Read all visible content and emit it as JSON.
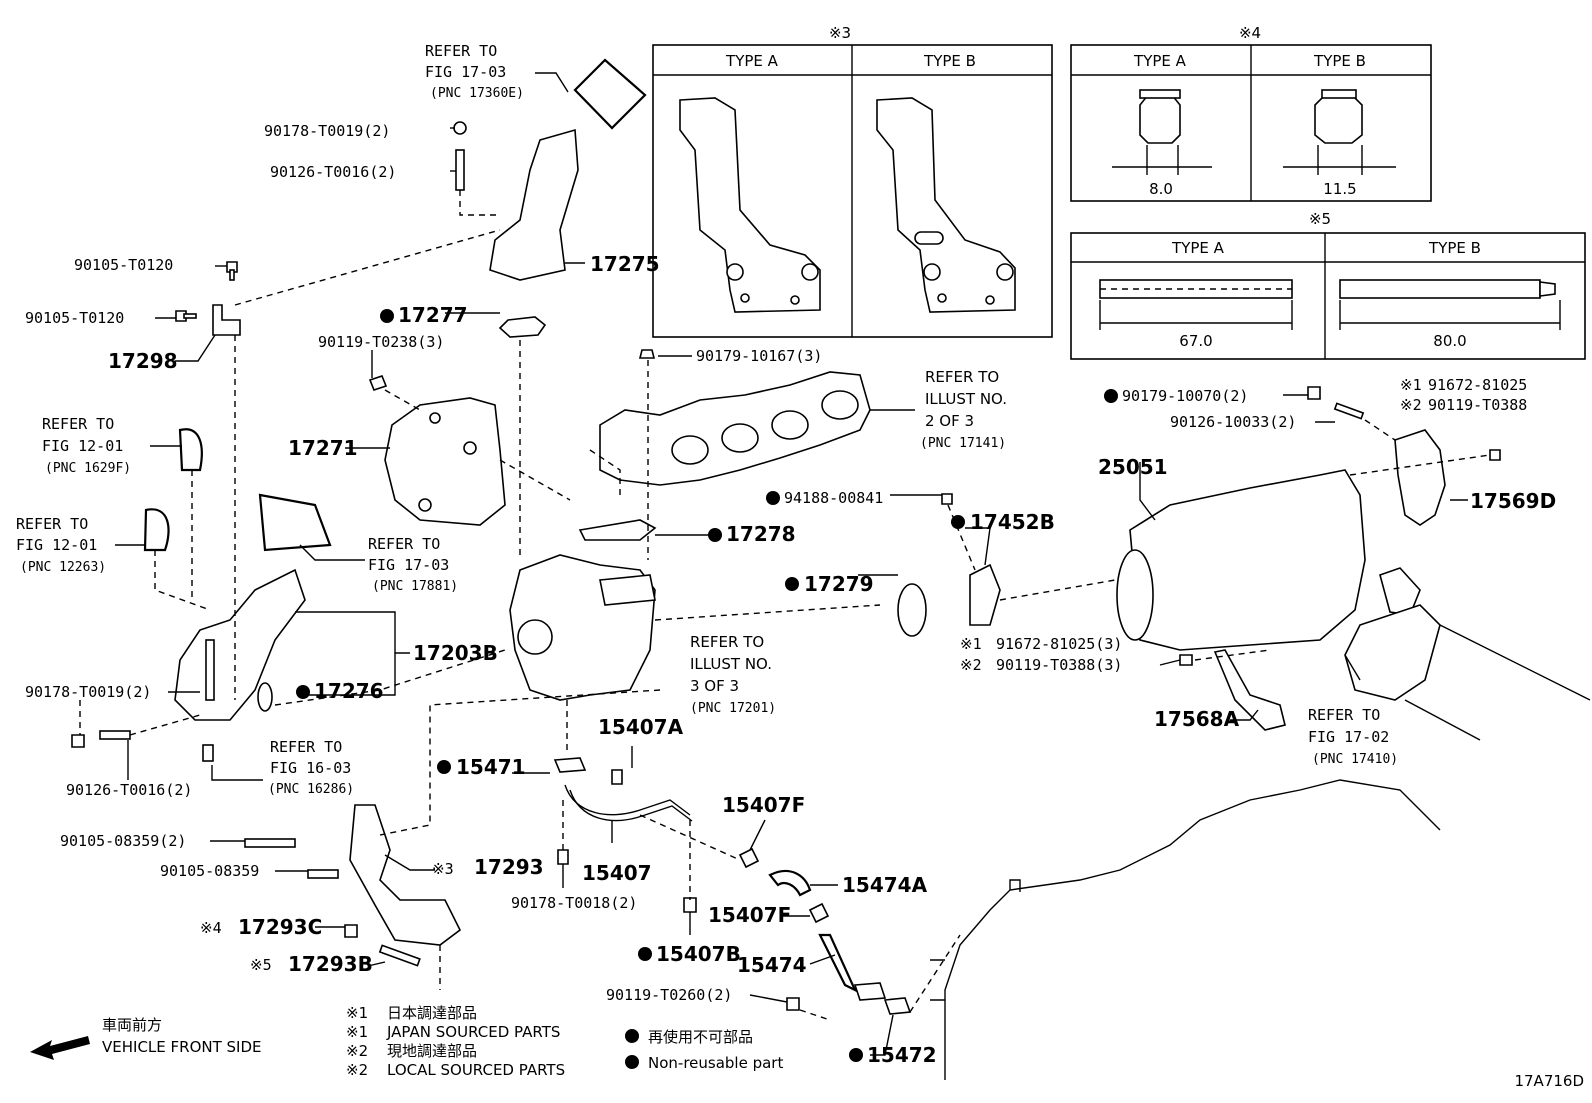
{
  "callouts": {
    "refer_17_03a": [
      "REFER TO",
      "FIG 17-03",
      "(PNC 17360E)"
    ],
    "p90178_t0019_top": "90178-T0019(2)",
    "p90126_t0016_top": "90126-T0016(2)",
    "p90105_t0120a": "90105-T0120",
    "p90105_t0120b": "90105-T0120",
    "p17298": "17298",
    "p17275": "17275",
    "p17277": "17277",
    "p90119_t0238": "90119-T0238(3)",
    "p90179_10167": "90179-10167(3)",
    "refer_illust2": [
      "REFER TO",
      "ILLUST NO.",
      "2 OF 3",
      "(PNC 17141)"
    ],
    "p17271": "17271",
    "refer_12_01a": [
      "REFER TO",
      "FIG 12-01",
      "(PNC 1629F)"
    ],
    "refer_12_01b": [
      "REFER TO",
      "FIG 12-01",
      "(PNC 12263)"
    ],
    "refer_17_03b": [
      "REFER TO",
      "FIG 17-03",
      "(PNC 17881)"
    ],
    "p17278": "17278",
    "p17203b": "17203B",
    "p17276": "17276",
    "p90178_t0019_left": "90178-T0019(2)",
    "p90126_t0016_left": "90126-T0016(2)",
    "refer_16_03": [
      "REFER TO",
      "FIG 16-03",
      "(PNC 16286)"
    ],
    "refer_illust3": [
      "REFER TO",
      "ILLUST NO.",
      "3 OF 3",
      "(PNC 17201)"
    ],
    "p15407a": "15407A",
    "p15471": "15471",
    "p90105_08359_2": "90105-08359(2)",
    "p90105_08359": "90105-08359",
    "p17293": "17293",
    "p17293_mark": "※3",
    "p17293c": "17293C",
    "p17293c_mark": "※4",
    "p17293b": "17293B",
    "p17293b_mark": "※5",
    "p15407": "15407",
    "p90178_t0018": "90178-T0018(2)",
    "p15407f_a": "15407F",
    "p15474a": "15474A",
    "p15407f_b": "15407F",
    "p15407b": "15407B",
    "p15474": "15474",
    "p90119_t0260": "90119-T0260(2)",
    "p15472": "15472",
    "p90179_10070": "90179-10070(2)",
    "p90126_10033": "90126-10033(2)",
    "p91672_81025_top_mark": "※1",
    "p91672_81025_top": "91672-81025",
    "p90119_t0388_top_mark": "※2",
    "p90119_t0388_top": "90119-T0388",
    "p25051": "25051",
    "p17569d": "17569D",
    "p94188_00841": "94188-00841",
    "p17452b": "17452B",
    "p17279": "17279",
    "p91672_81025_bot_mark": "※1",
    "p91672_81025_bot": "91672-81025(3)",
    "p90119_t0388_bot_mark": "※2",
    "p90119_t0388_bot": "90119-T0388(3)",
    "p17568a": "17568A",
    "refer_17_02": [
      "REFER TO",
      "FIG 17-02",
      "(PNC 17410)"
    ]
  },
  "inset3": {
    "mark": "※3",
    "type_a": "TYPE A",
    "type_b": "TYPE B"
  },
  "inset4": {
    "mark": "※4",
    "type_a": "TYPE A",
    "type_b": "TYPE B",
    "dim_a": "8.0",
    "dim_b": "11.5"
  },
  "inset5": {
    "mark": "※5",
    "type_a": "TYPE A",
    "type_b": "TYPE B",
    "dim_a": "67.0",
    "dim_b": "80.0"
  },
  "legend": {
    "front_jp": "車両前方",
    "front_en": "VEHICLE FRONT SIDE",
    "note1_mark": "※1",
    "note1_jp": "日本調達部品",
    "note1_en": "JAPAN SOURCED PARTS",
    "note2_mark": "※2",
    "note2_jp": "現地調達部品",
    "note2_en": "LOCAL SOURCED PARTS",
    "nonreuse_jp": "再使用不可部品",
    "nonreuse_en": "Non-reusable part"
  },
  "figure_id": "17A716D"
}
